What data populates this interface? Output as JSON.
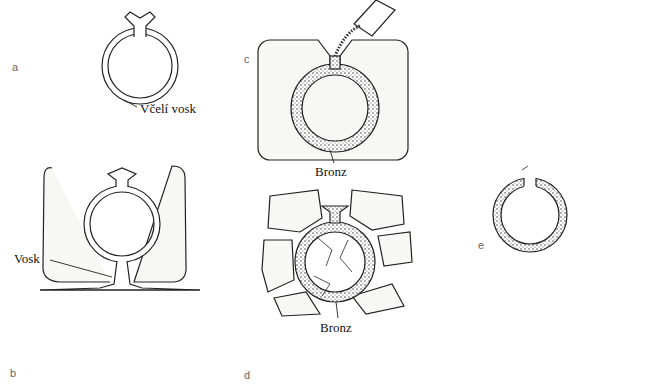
{
  "diagram": {
    "labels": [
      "a",
      "Včelí vosk",
      "b",
      "Vosk",
      "c",
      "Bronz",
      "d",
      "Bronz",
      "e"
    ]
  }
}
